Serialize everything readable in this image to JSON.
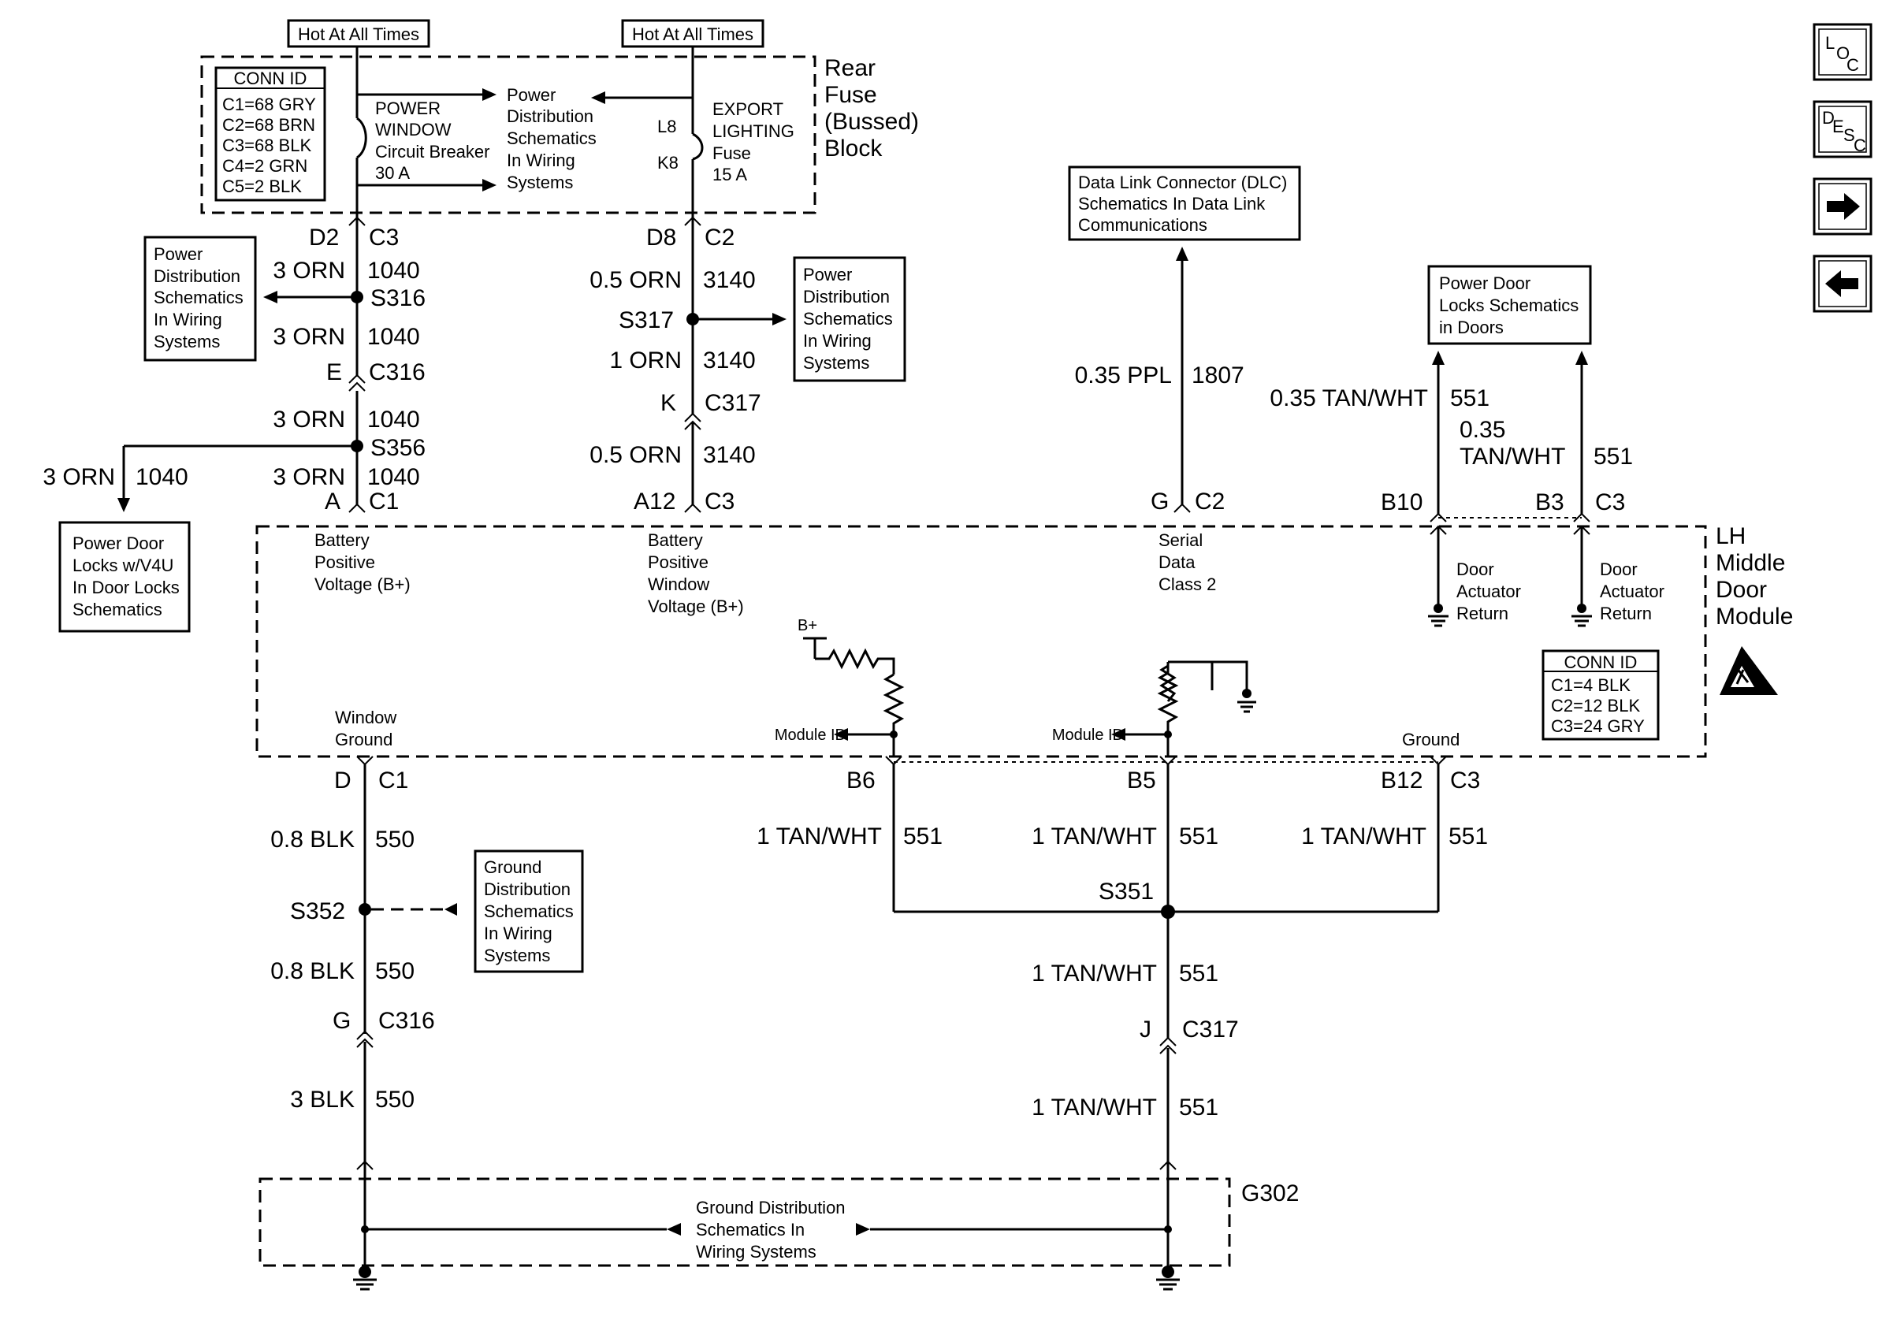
{
  "nav": {
    "loc": [
      "L",
      "O",
      "C"
    ],
    "desc": [
      "D",
      "E",
      "S",
      "C"
    ]
  },
  "header": {
    "hot1": "Hot At All Times",
    "hot2": "Hot At All Times"
  },
  "rear_fuse_block": {
    "title": [
      "Rear",
      "Fuse",
      "(Bussed)",
      "Block"
    ],
    "conn_id_title": "CONN ID",
    "conn_id": [
      "C1=68 GRY",
      "C2=68 BRN",
      "C3=68 BLK",
      "C4=2 GRN",
      "C5=2 BLK"
    ],
    "breaker": [
      "POWER",
      "WINDOW",
      "Circuit Breaker",
      "30 A"
    ],
    "pd_center": [
      "Power",
      "Distribution",
      "Schematics",
      "In Wiring",
      "Systems"
    ],
    "fuse": [
      "EXPORT",
      "LIGHTING",
      "Fuse",
      "15 A"
    ],
    "fuse_pins": [
      "L8",
      "K8"
    ]
  },
  "dlc": [
    "Data Link Connector (DLC)",
    "Schematics In Data Link",
    "Communications"
  ],
  "pdl_doors": [
    "Power Door",
    "Locks Schematics",
    "in Doors"
  ],
  "pd_left": [
    "Power",
    "Distribution",
    "Schematics",
    "In Wiring",
    "Systems"
  ],
  "pd_mid": [
    "Power",
    "Distribution",
    "Schematics",
    "In Wiring",
    "Systems"
  ],
  "pdl_v4u": [
    "Power Door",
    "Locks w/V4U",
    "In Door Locks",
    "Schematics"
  ],
  "gd_box": [
    "Ground",
    "Distribution",
    "Schematics",
    "In Wiring",
    "Systems"
  ],
  "g302_text": [
    "Ground Distribution",
    "Schematics In",
    "Wiring Systems"
  ],
  "g302_label": "G302",
  "module": {
    "title": [
      "LH",
      "Middle",
      "Door",
      "Module"
    ],
    "conn_id_title": "CONN ID",
    "conn_id": [
      "C1=4 BLK",
      "C2=12 BLK",
      "C3=24 GRY"
    ],
    "batt1": [
      "Battery",
      "Positive",
      "Voltage (B+)"
    ],
    "batt2": [
      "Battery",
      "Positive",
      "Window",
      "Voltage (B+)"
    ],
    "serial": [
      "Serial",
      "Data",
      "Class 2"
    ],
    "dar1": [
      "Door",
      "Actuator",
      "Return"
    ],
    "dar2": [
      "Door",
      "Actuator",
      "Return"
    ],
    "bplus": "B+",
    "module_id1": "Module ID",
    "module_id2": "Module ID",
    "window_ground": [
      "Window",
      "Ground"
    ],
    "ground": "Ground"
  },
  "labels": {
    "d2": "D2",
    "c3a": "C3",
    "orn3a": "3 ORN",
    "n1040a": "1040",
    "s316": "S316",
    "orn3b": "3 ORN",
    "n1040b": "1040",
    "e": "E",
    "c316a": "C316",
    "orn3c": "3 ORN",
    "n1040c": "1040",
    "s356": "S356",
    "orn3d": "3 ORN",
    "n1040d": "1040",
    "orn3e": "3 ORN",
    "n1040e": "1040",
    "a": "A",
    "c1a": "C1",
    "d8": "D8",
    "c2a": "C2",
    "orn05a": "0.5 ORN",
    "n3140a": "3140",
    "s317": "S317",
    "orn1": "1 ORN",
    "n3140b": "3140",
    "k": "K",
    "c317a": "C317",
    "orn05b": "0.5 ORN",
    "n3140c": "3140",
    "a12": "A12",
    "c3b": "C3",
    "ppl": "0.35 PPL",
    "n1807": "1807",
    "g": "G",
    "c2b": "C2",
    "tw035a": "0.35 TAN/WHT",
    "n551a": "551",
    "tw035b1": "0.35",
    "tw035b2": "TAN/WHT",
    "n551b": "551",
    "b10": "B10",
    "b3": "B3",
    "c3c": "C3",
    "d": "D",
    "c1b": "C1",
    "blk08a": "0.8 BLK",
    "n550a": "550",
    "s352": "S352",
    "blk08b": "0.8 BLK",
    "n550b": "550",
    "gg": "G",
    "c316b": "C316",
    "blk3": "3 BLK",
    "n550c": "550",
    "b6": "B6",
    "tw1a": "1 TAN/WHT",
    "n551c": "551",
    "b5": "B5",
    "tw1b": "1 TAN/WHT",
    "n551d": "551",
    "b12": "B12",
    "c3d": "C3",
    "tw1c": "1 TAN/WHT",
    "n551e": "551",
    "s351": "S351",
    "tw1d": "1 TAN/WHT",
    "n551f": "551",
    "j": "J",
    "c317b": "C317",
    "tw1e": "1 TAN/WHT",
    "n551g": "551"
  }
}
